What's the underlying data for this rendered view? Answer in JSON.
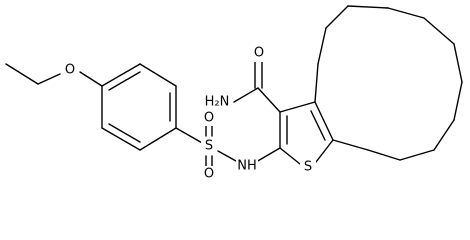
{
  "molecule": {
    "labels": {
      "ether_o": "O",
      "carbonyl_o": "O",
      "amide_n": "H₂N",
      "sulfonyl_o_left": "O",
      "sulfonyl_o_bottom": "O",
      "sulfur_sulfonyl": "S",
      "sulfonamide_n": "NH",
      "thiophene_s": "S"
    }
  }
}
